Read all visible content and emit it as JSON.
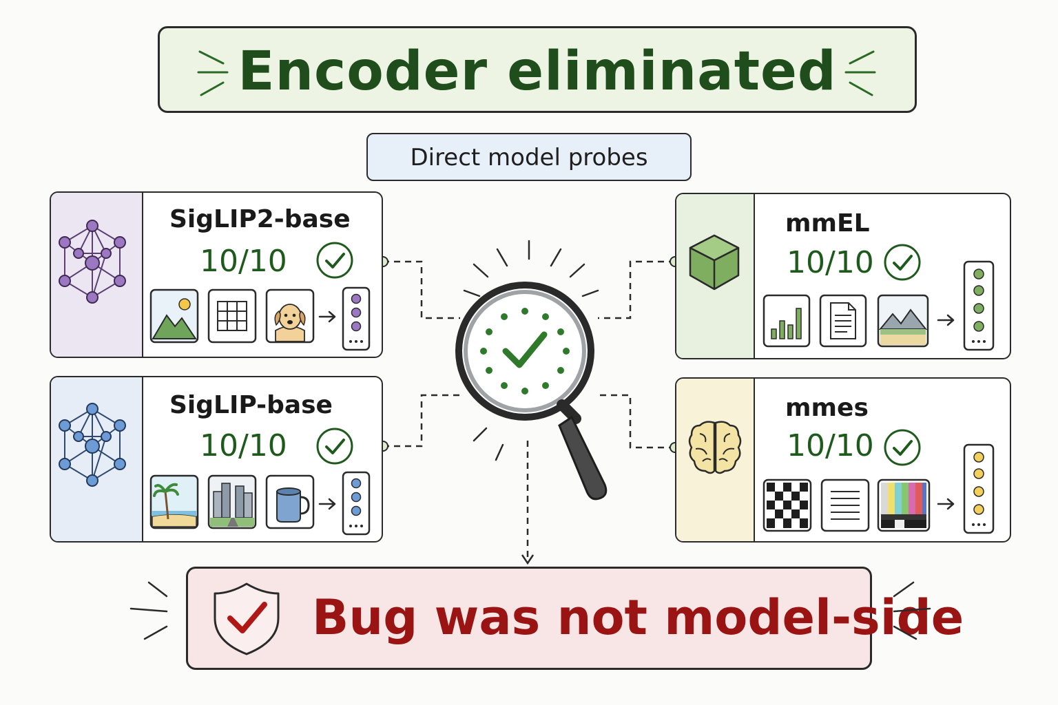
{
  "header": {
    "title": "Encoder eliminated"
  },
  "subheader": {
    "label": "Direct model probes"
  },
  "cards": [
    {
      "name": "SigLIP2-base",
      "score": "10/10",
      "icon": "network-graph-icon",
      "color": "#ece6f3"
    },
    {
      "name": "SigLIP-base",
      "score": "10/10",
      "icon": "network-graph-icon",
      "color": "#e6edf7"
    },
    {
      "name": "mmEL",
      "score": "10/10",
      "icon": "cube-icon",
      "color": "#e8f1e0"
    },
    {
      "name": "mmes",
      "score": "10/10",
      "icon": "brain-icon",
      "color": "#f8f2d8"
    }
  ],
  "center": {
    "icon": "magnifier-check-icon"
  },
  "conclusion": {
    "label": "Bug was not model-side",
    "icon": "shield-check-icon"
  },
  "colors": {
    "green": "#1f5a1d",
    "red": "#9a1414",
    "title_bg": "#eef4e4",
    "bottom_bg": "#f8e6e6"
  }
}
